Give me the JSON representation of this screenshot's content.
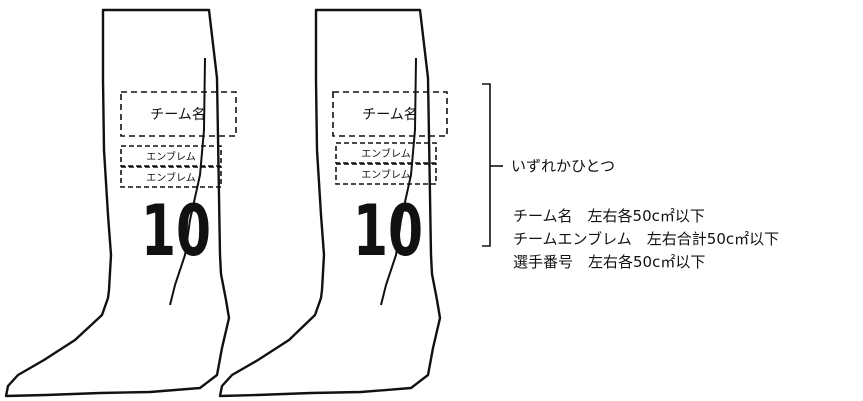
{
  "socks": [
    {
      "team_name_label": "チーム名",
      "emblem_labels": [
        "エンブレム",
        "エンブレム"
      ],
      "number": "10"
    },
    {
      "team_name_label": "チーム名",
      "emblem_labels": [
        "エンブレム",
        "エンブレム"
      ],
      "number": "10"
    }
  ],
  "notes": {
    "choice": "いずれかひとつ",
    "team_name_rule": "チーム名　左右各50c㎡以下",
    "emblem_rule": "チームエンブレム　左右合計50c㎡以下",
    "number_rule": "選手番号　左右各50c㎡以下"
  }
}
